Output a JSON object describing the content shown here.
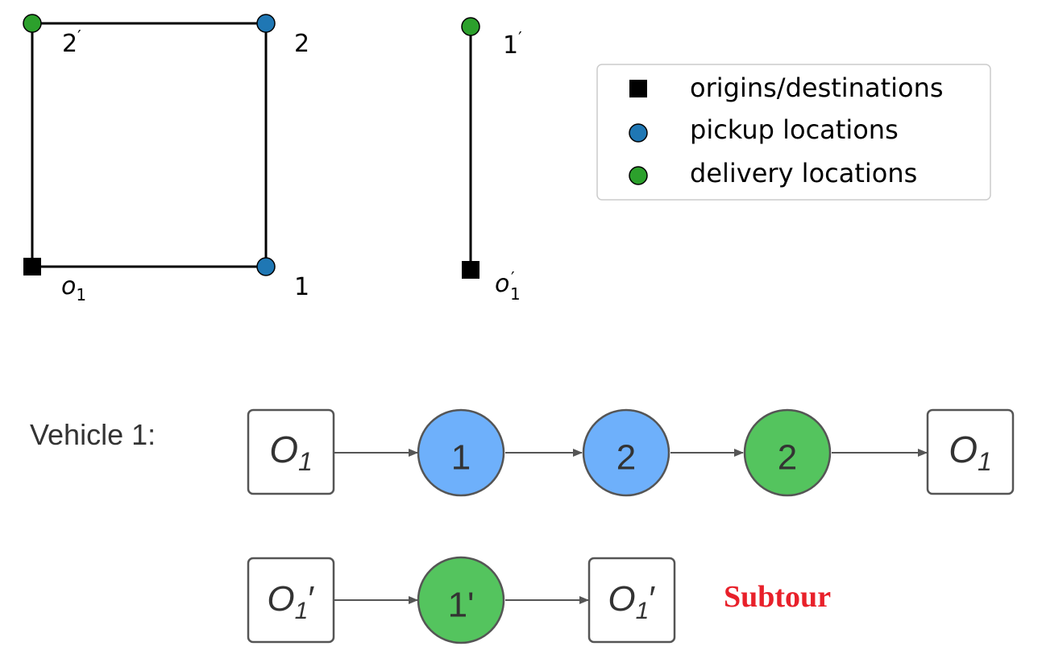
{
  "top_diagram": {
    "route_labels": {
      "o1": "o",
      "o1_sub": "1",
      "node_1": "1",
      "node_2": "2",
      "node_2p": "2",
      "node_2p_prime": "′",
      "node_1p": "1",
      "node_1p_prime": "′",
      "o1p": "o",
      "o1p_prime": "′",
      "o1p_sub": "1"
    },
    "legend": {
      "items": [
        {
          "label": "origins/destinations",
          "marker": "square",
          "color": "#000000"
        },
        {
          "label": "pickup locations",
          "marker": "circle",
          "color": "#1f77b4"
        },
        {
          "label": "delivery locations",
          "marker": "circle",
          "color": "#2ca02c"
        }
      ]
    }
  },
  "sequence": {
    "vehicle_label": "Vehicle 1:",
    "row1": [
      {
        "kind": "box",
        "main": "O",
        "sub": "1",
        "prime": ""
      },
      {
        "kind": "pickup",
        "text": "1"
      },
      {
        "kind": "pickup",
        "text": "2"
      },
      {
        "kind": "delivery",
        "text": "2"
      },
      {
        "kind": "box",
        "main": "O",
        "sub": "1",
        "prime": ""
      }
    ],
    "row2": [
      {
        "kind": "box",
        "main": "O",
        "sub": "1",
        "prime": "′"
      },
      {
        "kind": "delivery",
        "text": "1'"
      },
      {
        "kind": "box",
        "main": "O",
        "sub": "1",
        "prime": "′"
      }
    ],
    "subtour_label": "Subtour"
  },
  "colors": {
    "pickup_fill": "#6eb0fb",
    "delivery_fill": "#54c45e",
    "subtour": "#e8202a"
  }
}
